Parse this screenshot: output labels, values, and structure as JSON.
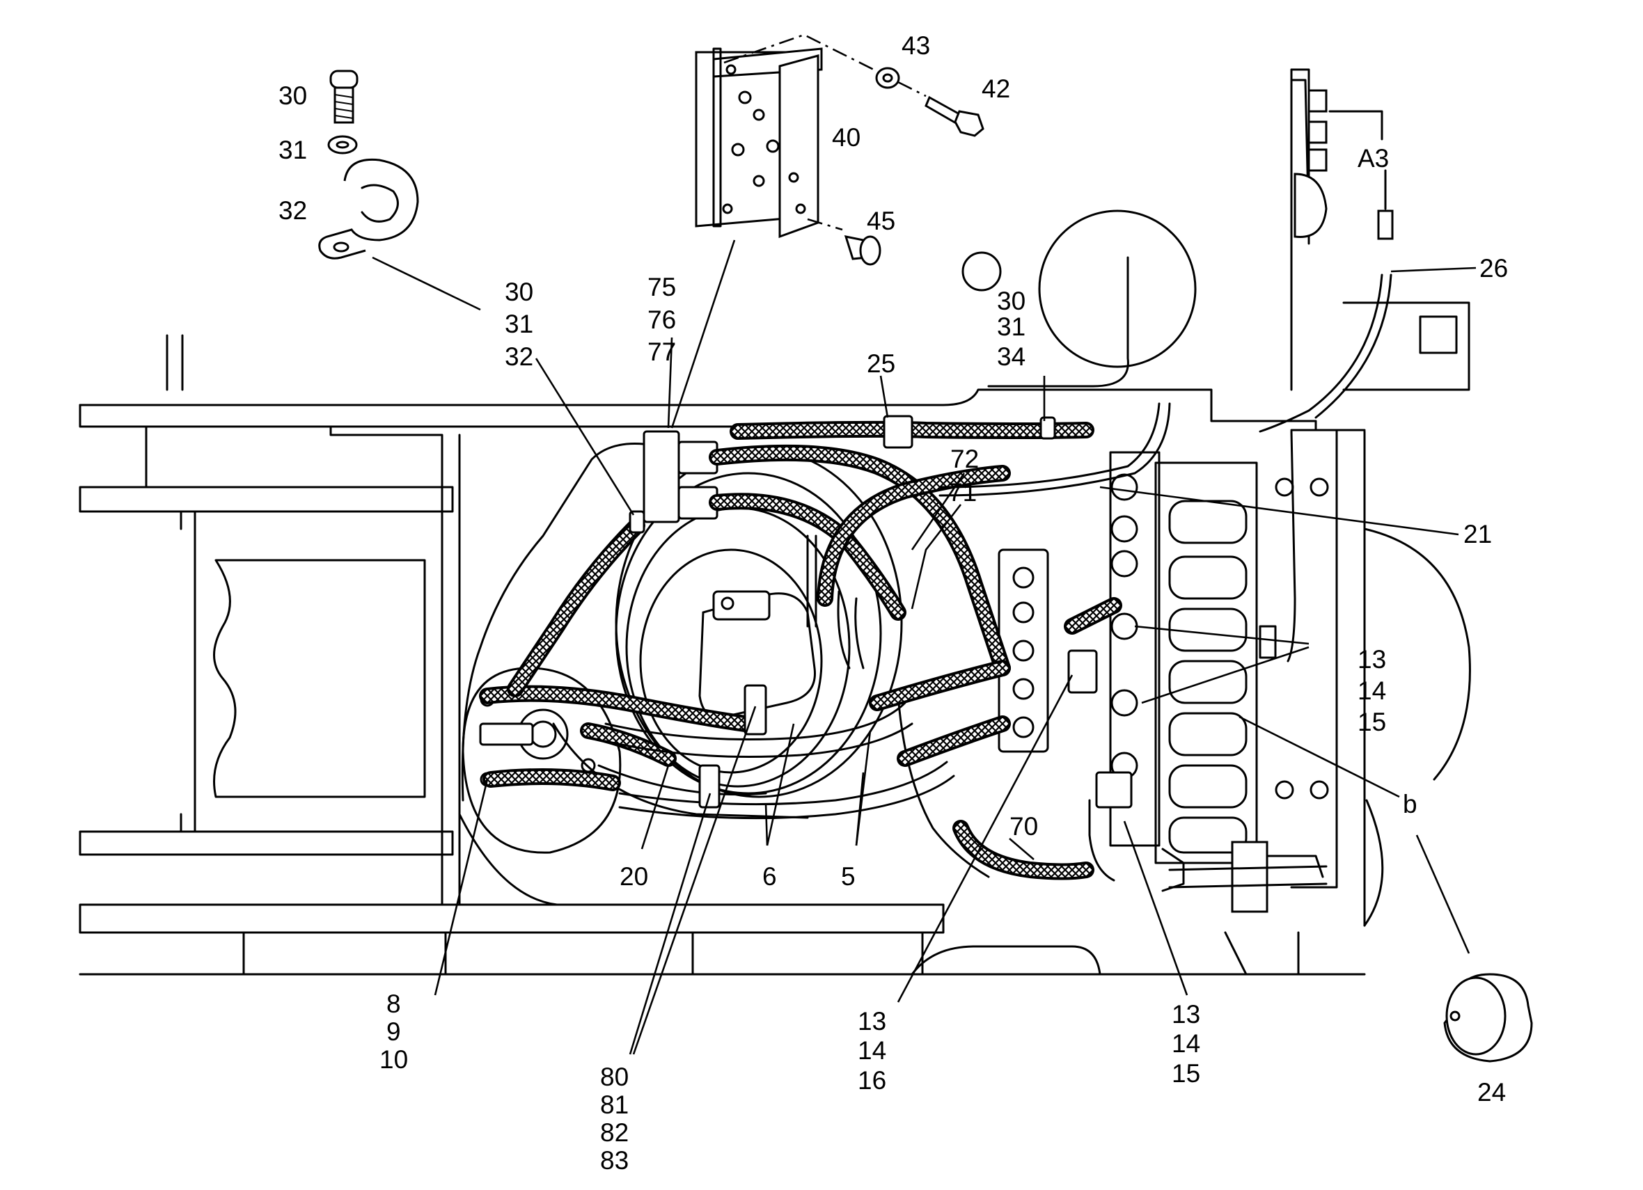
{
  "colors": {
    "ink": "#000000",
    "paper": "#ffffff"
  },
  "callouts": [
    {
      "id": "c-30-top",
      "text": "30"
    },
    {
      "id": "c-31-top",
      "text": "31"
    },
    {
      "id": "c-32-top",
      "text": "32"
    },
    {
      "id": "c-43",
      "text": "43"
    },
    {
      "id": "c-42",
      "text": "42"
    },
    {
      "id": "c-40",
      "text": "40"
    },
    {
      "id": "c-45",
      "text": "45"
    },
    {
      "id": "c-a3",
      "text": "A3"
    },
    {
      "id": "c-26",
      "text": "26"
    },
    {
      "id": "c-30-l",
      "text": "30"
    },
    {
      "id": "c-31-l",
      "text": "31"
    },
    {
      "id": "c-32-l",
      "text": "32"
    },
    {
      "id": "c-75",
      "text": "75"
    },
    {
      "id": "c-76",
      "text": "76"
    },
    {
      "id": "c-77",
      "text": "77"
    },
    {
      "id": "c-30-r",
      "text": "30"
    },
    {
      "id": "c-31-r",
      "text": "31"
    },
    {
      "id": "c-34",
      "text": "34"
    },
    {
      "id": "c-25",
      "text": "25"
    },
    {
      "id": "c-72",
      "text": "72"
    },
    {
      "id": "c-71",
      "text": "71"
    },
    {
      "id": "c-21",
      "text": "21"
    },
    {
      "id": "c-13-r",
      "text": "13"
    },
    {
      "id": "c-14-r",
      "text": "14"
    },
    {
      "id": "c-15-r",
      "text": "15"
    },
    {
      "id": "c-b",
      "text": "b"
    },
    {
      "id": "c-70",
      "text": "70"
    },
    {
      "id": "c-20",
      "text": "20"
    },
    {
      "id": "c-6",
      "text": "6"
    },
    {
      "id": "c-5",
      "text": "5"
    },
    {
      "id": "c-8",
      "text": "8"
    },
    {
      "id": "c-9",
      "text": "9"
    },
    {
      "id": "c-10",
      "text": "10"
    },
    {
      "id": "c-80",
      "text": "80"
    },
    {
      "id": "c-81",
      "text": "81"
    },
    {
      "id": "c-82",
      "text": "82"
    },
    {
      "id": "c-83",
      "text": "83"
    },
    {
      "id": "c-13-m",
      "text": "13"
    },
    {
      "id": "c-14-m",
      "text": "14"
    },
    {
      "id": "c-16",
      "text": "16"
    },
    {
      "id": "c-13-b",
      "text": "13"
    },
    {
      "id": "c-14-b",
      "text": "14"
    },
    {
      "id": "c-15-b",
      "text": "15"
    },
    {
      "id": "c-24",
      "text": "24"
    }
  ]
}
